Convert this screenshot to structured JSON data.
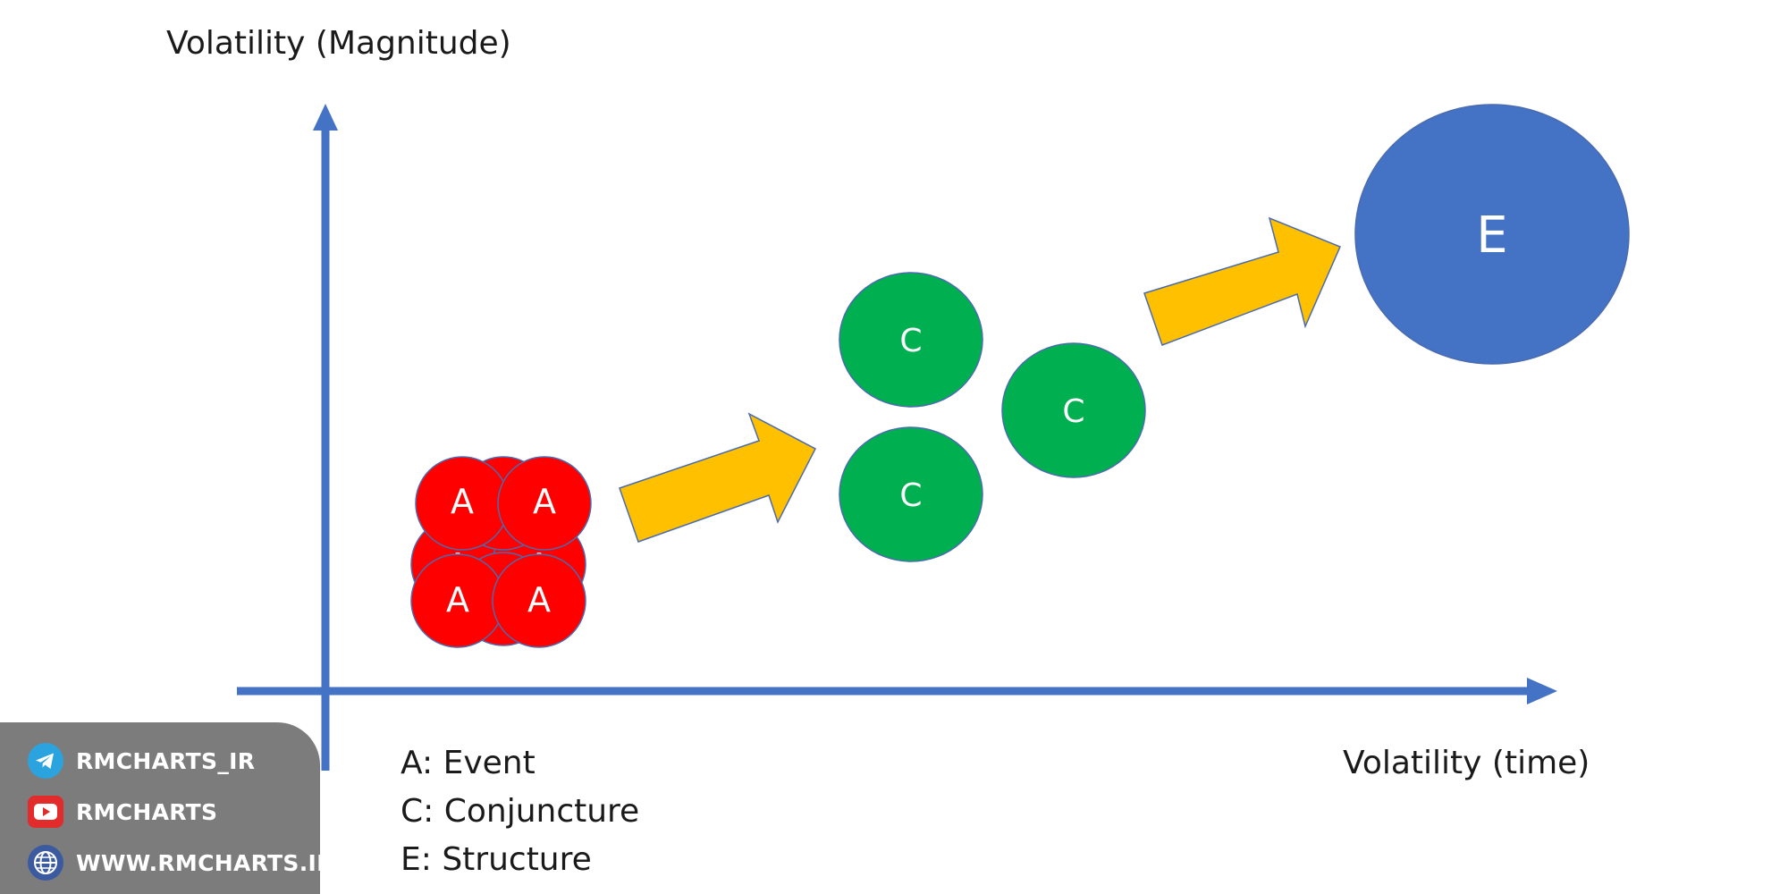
{
  "diagram": {
    "y_axis_label": "Volatility (Magnitude)",
    "x_axis_label": "Volatility (time)",
    "nodes": {
      "a_tl": "A",
      "a_tr": "A",
      "a_ml": "A",
      "a_mr": "A",
      "a_bl": "A",
      "a_br": "A",
      "c_top": "C",
      "c_bottom": "C",
      "c_right": "C",
      "e": "E"
    },
    "legend": [
      "A: Event",
      "C: Conjuncture",
      "E: Structure"
    ]
  },
  "branding": {
    "telegram": "RMCHARTS_IR",
    "youtube": "RMCHARTS",
    "website": "WWW.RMCHARTS.IR"
  },
  "colors": {
    "axis": "#4472c4",
    "event": "#ff0000",
    "conjuncture": "#00b050",
    "structure": "#4472c4",
    "arrow": "#ffc000",
    "outline": "#4a6bb0"
  }
}
